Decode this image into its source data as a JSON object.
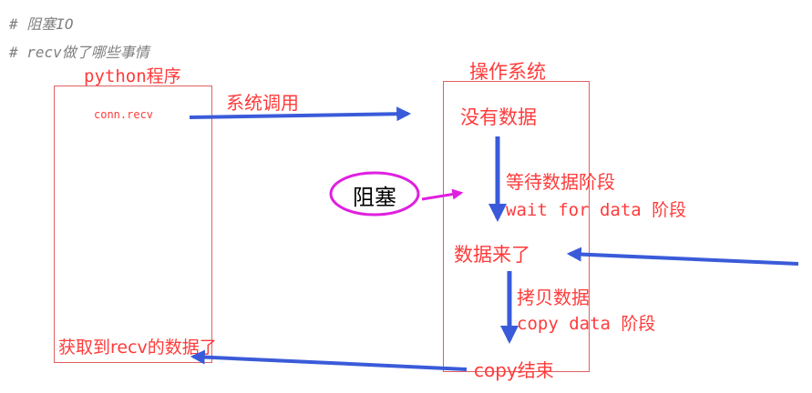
{
  "comments": {
    "line1": "# 阻塞IO",
    "line2": "# recv做了哪些事情"
  },
  "left": {
    "title": "python程序",
    "call": "conn.recv",
    "result": "获取到recv的数据了"
  },
  "right": {
    "title": "操作系统",
    "no_data": "没有数据",
    "wait_stage": "等待数据阶段",
    "wait_stage_en": "wait for data 阶段",
    "data_arrived": "数据来了",
    "copy_stage": "拷贝数据",
    "copy_stage_en": "copy data 阶段",
    "copy_done": "copy结束"
  },
  "arrow_labels": {
    "syscall": "系统调用",
    "blocking": "阻塞"
  },
  "colors": {
    "red_text": "#ff3b3b",
    "arrow_blue": "#3a5bd9",
    "magenta": "#e020e0"
  }
}
